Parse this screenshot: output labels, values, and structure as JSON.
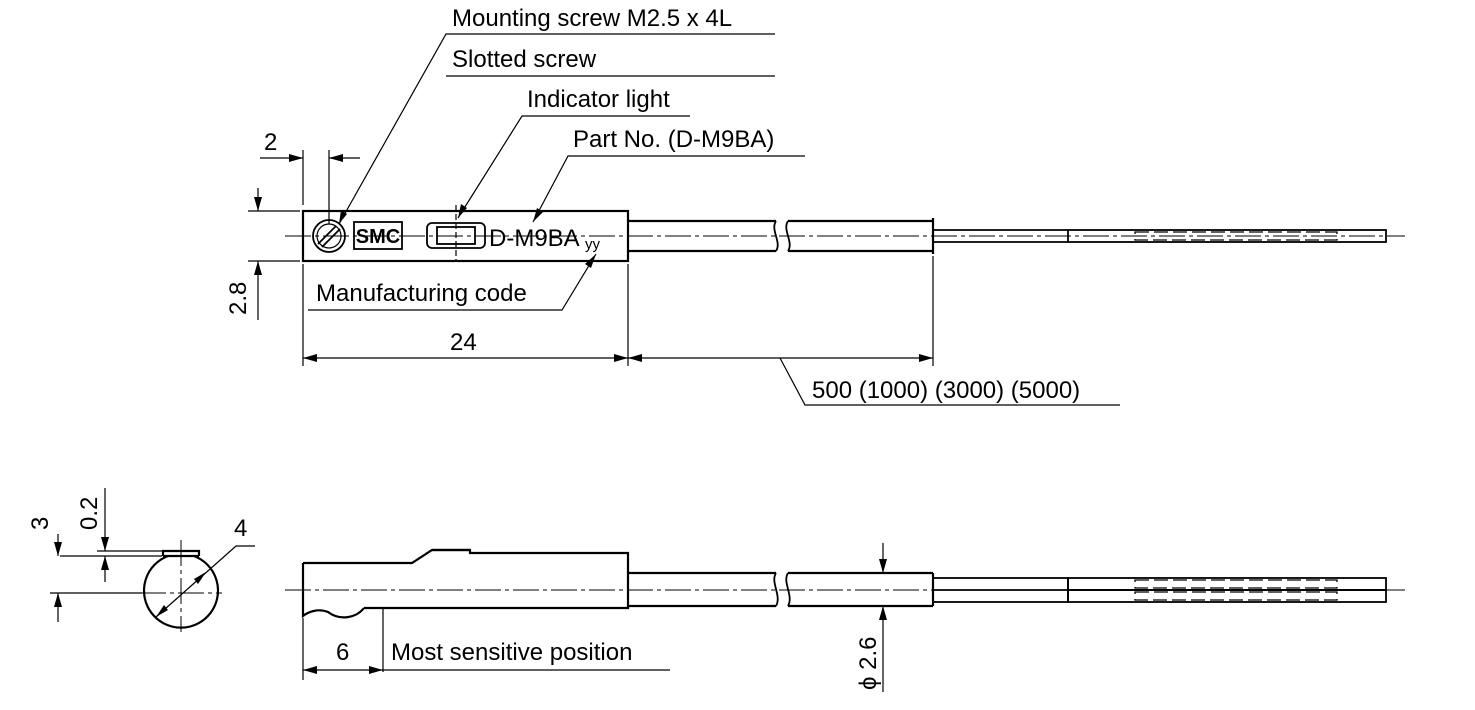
{
  "labels": {
    "mounting_screw": "Mounting screw M2.5 x 4L",
    "slotted_screw": "Slotted screw",
    "indicator_light": "Indicator light",
    "part_no": "Part No. (D-M9BA)",
    "manufacturing_code": "Manufacturing code",
    "most_sensitive": "Most sensitive position"
  },
  "marking": {
    "brand": "SMC",
    "model": "D-M9BA",
    "code": "yy"
  },
  "dimensions": {
    "d_screw_offset": "2",
    "d_body_height": "2.8",
    "d_body_length": "24",
    "d_cable_length": "500 (1000) (3000) (5000)",
    "d_top_step": "0.2",
    "d_side_height": "3",
    "d_side_diameter": "4",
    "d_sensitive": "6",
    "d_cable_dia": "ϕ 2.6"
  }
}
